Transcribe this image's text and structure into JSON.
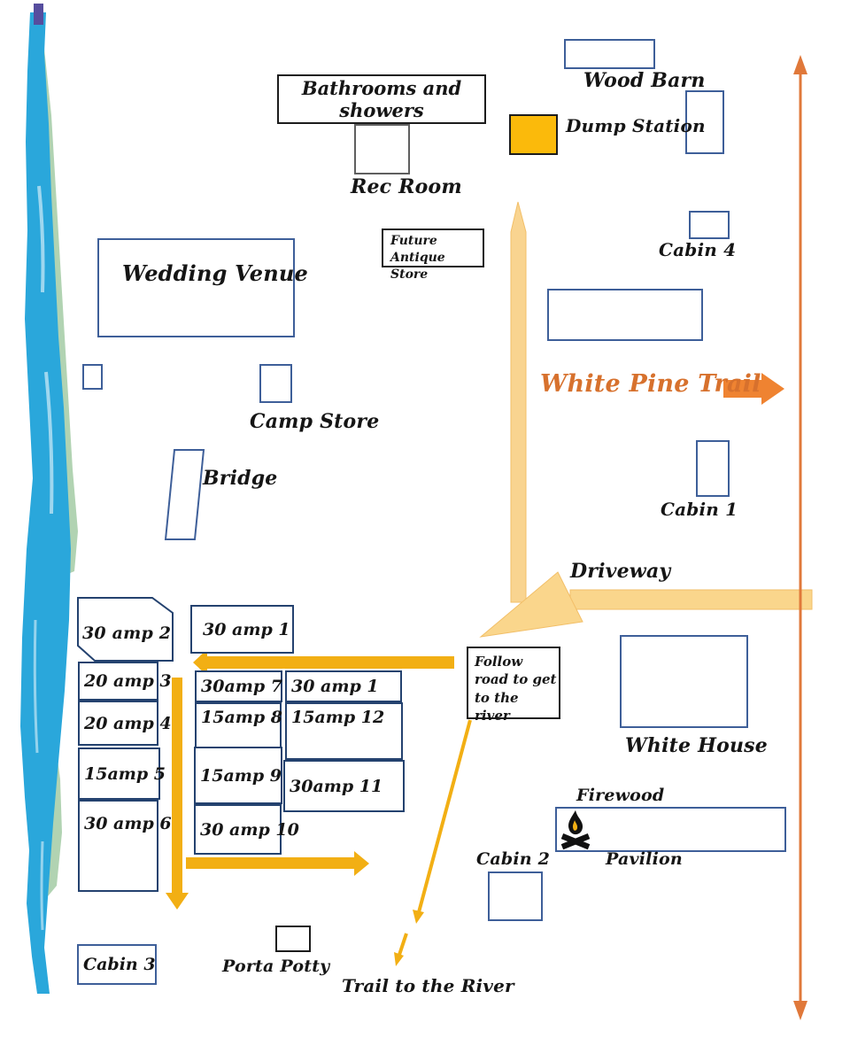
{
  "map": {
    "places": {
      "bathrooms": "Bathrooms and showers",
      "rec_room": "Rec Room",
      "wood_barn": "Wood Barn",
      "dump_station": "Dump Station",
      "cabin4": "Cabin 4",
      "future_antique_store": "Future Antique Store",
      "wedding_venue": "Wedding Venue",
      "camp_store": "Camp Store",
      "bridge": "Bridge",
      "white_pine_trail": "White Pine Trail",
      "cabin1": "Cabin 1",
      "driveway": "Driveway",
      "follow_road": "Follow road to get to the river",
      "white_house": "White House",
      "firewood": "Firewood",
      "pavilion": "Pavilion",
      "cabin2": "Cabin 2",
      "cabin3": "Cabin 3",
      "porta_potty": "Porta Potty",
      "trail_to_river": "Trail to the River"
    },
    "campsites": {
      "left_column": [
        "30 amp 2",
        "20 amp 3",
        "20 amp 4",
        "15amp 5",
        "30 amp 6"
      ],
      "middle_column": [
        "30 amp 1",
        "30amp 7",
        "15amp 8",
        "15amp 9",
        "30 amp 10"
      ],
      "right_column": [
        "30 amp 1",
        "15amp 12",
        "30amp 11"
      ]
    },
    "icons": {
      "campfire": "campfire (flame over crossed logs)"
    },
    "colors": {
      "river_blue": "#2AA7DB",
      "riverbank_green": "#A3CBA4",
      "road_tan": "#FAD68C",
      "gold_arrow": "#F2AF14",
      "trail_line_orange": "#E0783A",
      "white_pine_trail_text": "#D7712D",
      "dump_station_fill": "#FBBA0B",
      "building_border_blue": "#3E5F99",
      "site_border_navy": "#24426F"
    }
  }
}
